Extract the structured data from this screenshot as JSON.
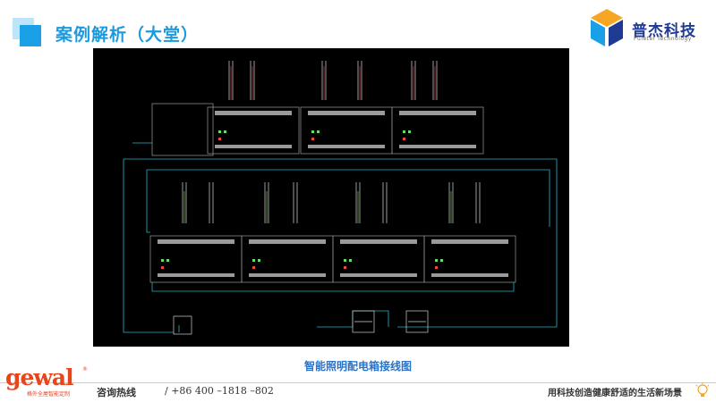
{
  "header": {
    "title": "案例解析（大堂）"
  },
  "brand": {
    "name": "普杰科技",
    "subtitle": "Puietel Technology",
    "colors": [
      "#f5a623",
      "#1aa0e6",
      "#1f3a93"
    ]
  },
  "diagram": {
    "caption": "智能照明配电箱接线图",
    "background": "#000000",
    "wire_color": "#23b5c9"
  },
  "footer": {
    "logo_text": "gewal",
    "logo_reg": "®",
    "logo_sub": "格外全屋智能定制",
    "hotline_label": "咨询热线",
    "phone": "/ +86 400 –1818 –802",
    "slogan": "用科技创造健康舒适的生活新场景",
    "bulb_icon": "lightbulb-icon"
  }
}
